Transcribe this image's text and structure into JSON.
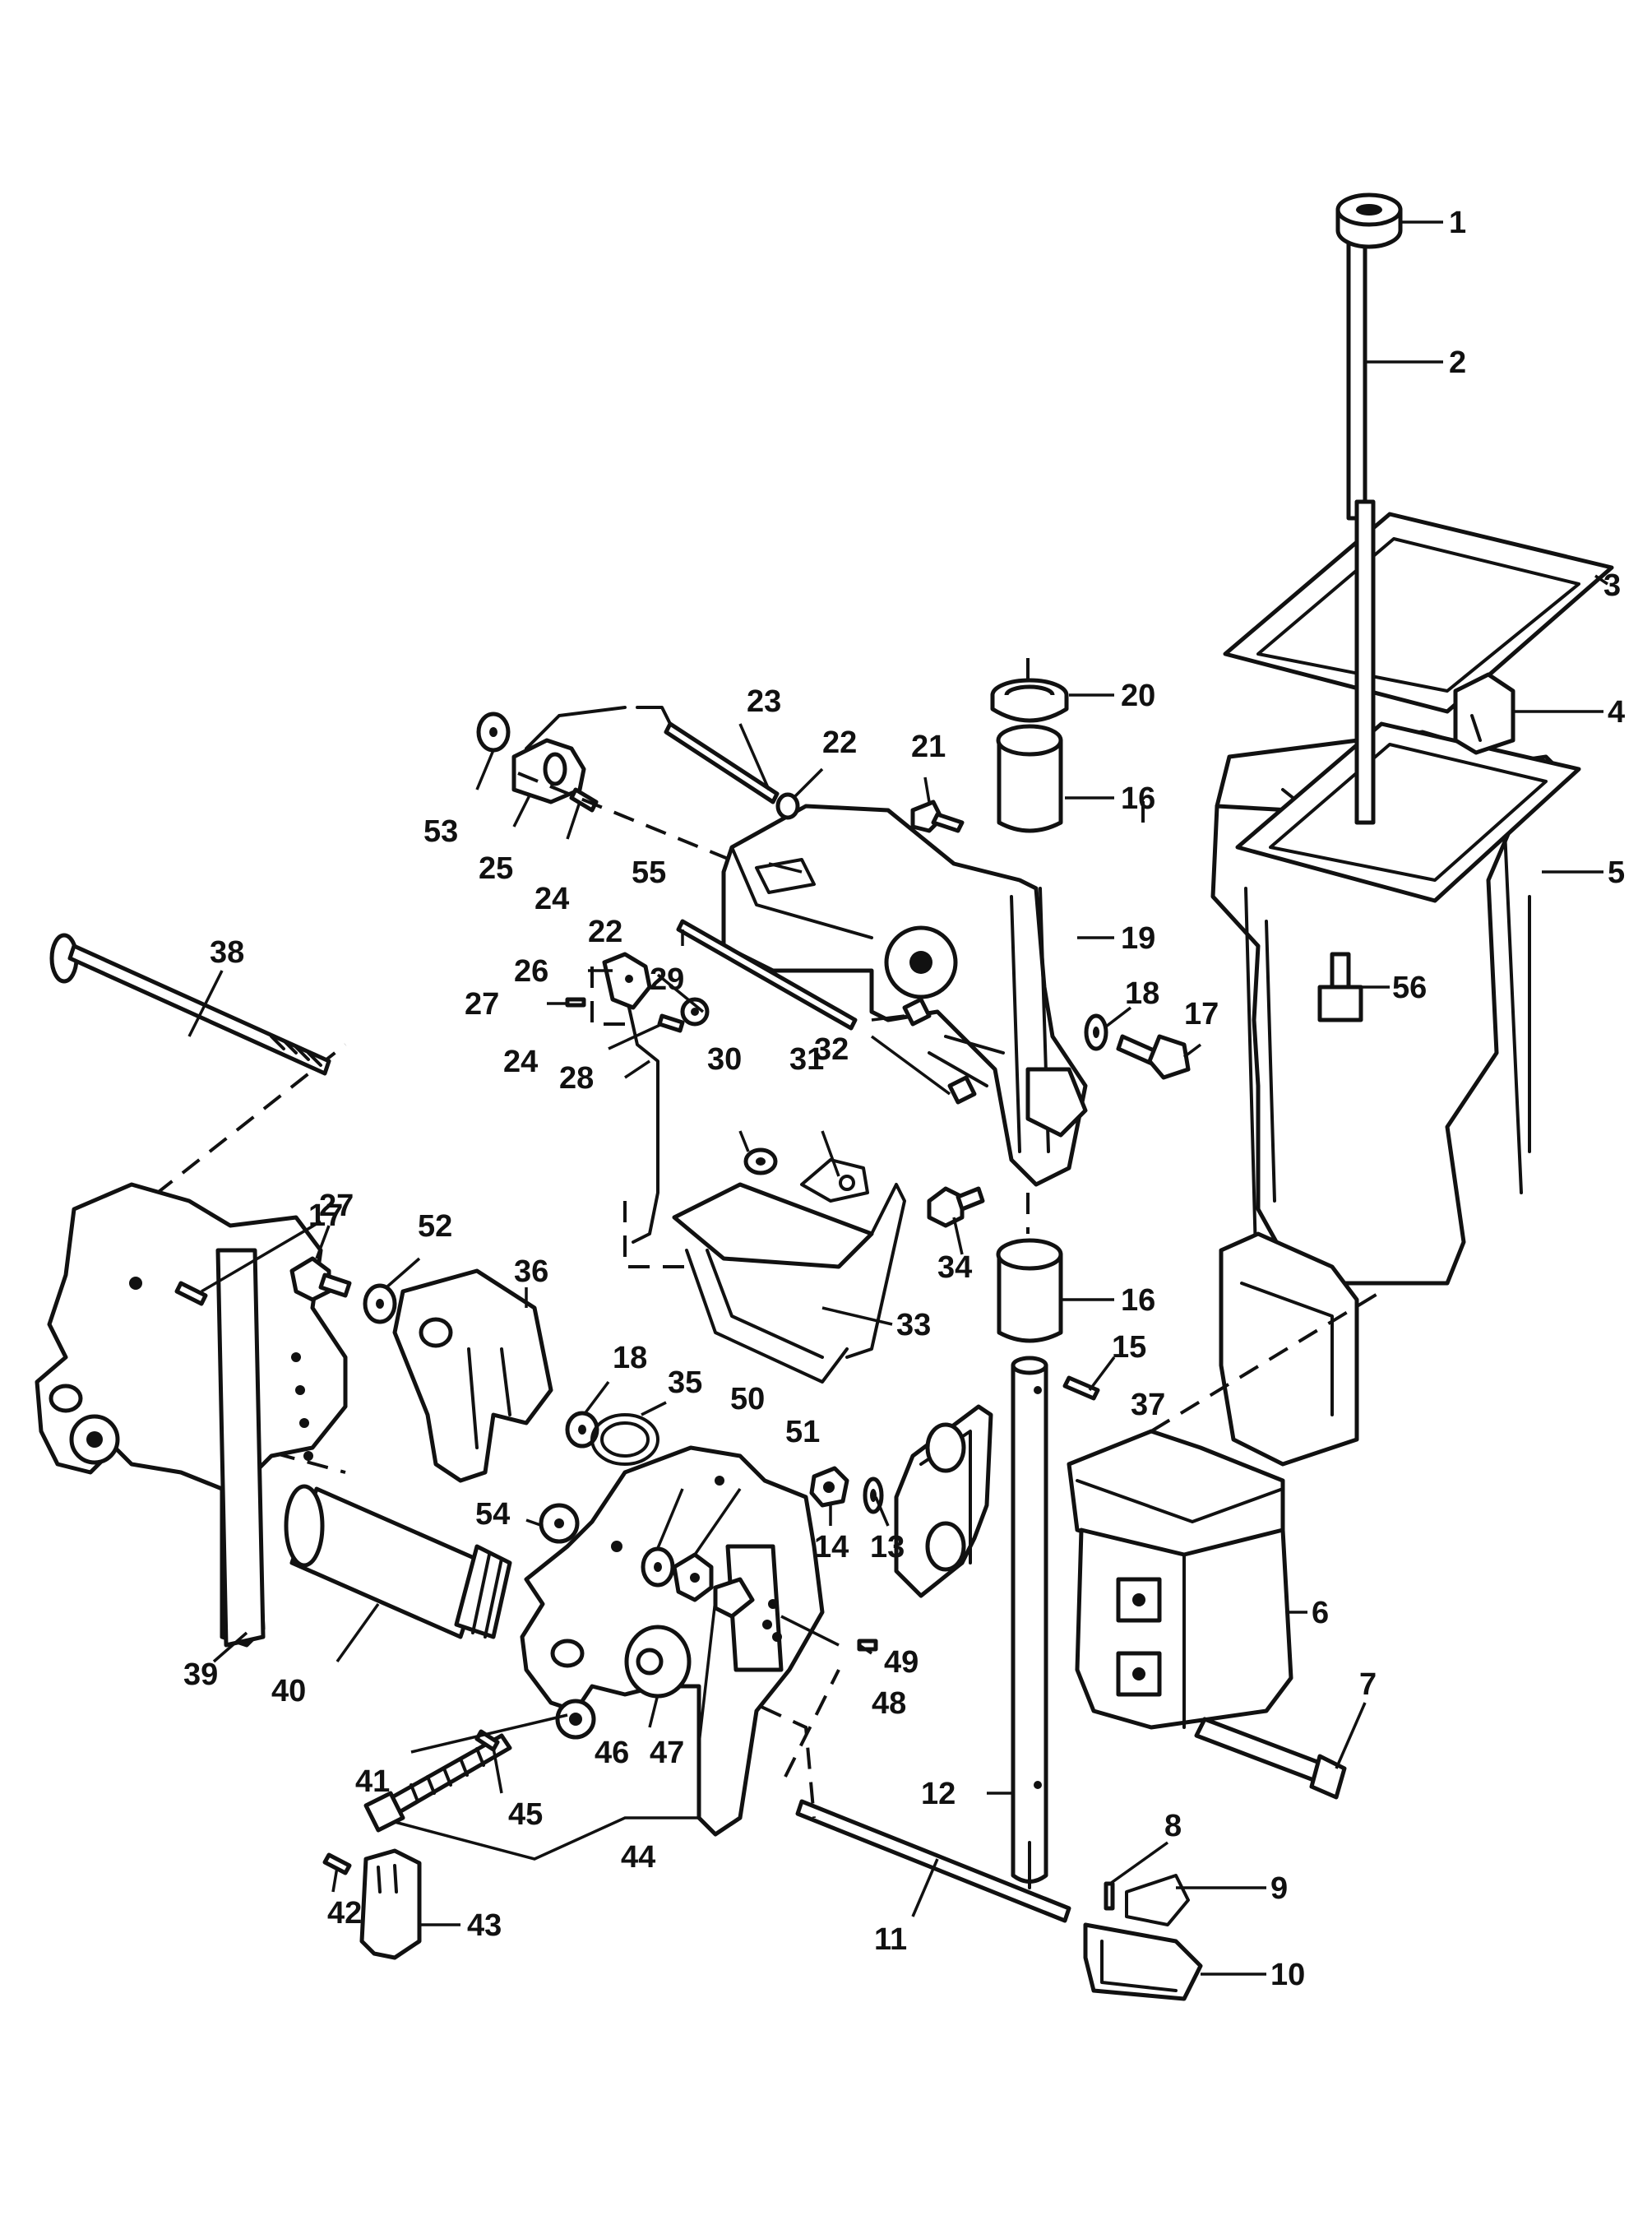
{
  "callouts": [
    "1",
    "2",
    "3",
    "4",
    "5",
    "6",
    "7",
    "8",
    "9",
    "10",
    "11",
    "12",
    "13",
    "14",
    "15",
    "16",
    "17",
    "18",
    "19",
    "20",
    "21",
    "22",
    "23",
    "24",
    "25",
    "26",
    "27",
    "28",
    "29",
    "30",
    "31",
    "32",
    "33",
    "34",
    "35",
    "36",
    "37",
    "38",
    "39",
    "40",
    "41",
    "42",
    "43",
    "44",
    "45",
    "46",
    "47",
    "48",
    "49",
    "50",
    "51",
    "52",
    "53",
    "54",
    "55",
    "56"
  ]
}
